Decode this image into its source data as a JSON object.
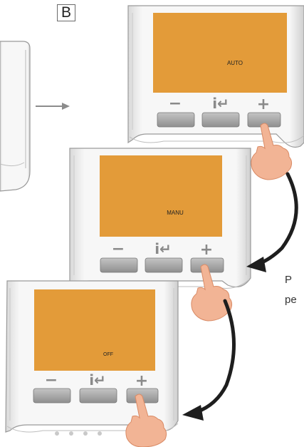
{
  "step_label": "B",
  "screens": [
    {
      "mode_text": "AUTO"
    },
    {
      "mode_text": "MANU"
    },
    {
      "mode_text": "OFF"
    }
  ],
  "buttons": {
    "minus": "−",
    "info_enter": "i↵",
    "plus": "+"
  },
  "side_text": [
    "P",
    "pe"
  ],
  "colors": {
    "screen": "#E39B39",
    "device_body": "#F4F4F4",
    "device_edge": "#9A9A9A",
    "button_fill": "#A6A6A6",
    "arrow": "#1E1E1E",
    "skin": "#F2B495",
    "skin_dark": "#D98B66"
  },
  "icons": [
    "hand-pointer-icon",
    "curved-arrow-icon",
    "straight-arrow-icon"
  ]
}
